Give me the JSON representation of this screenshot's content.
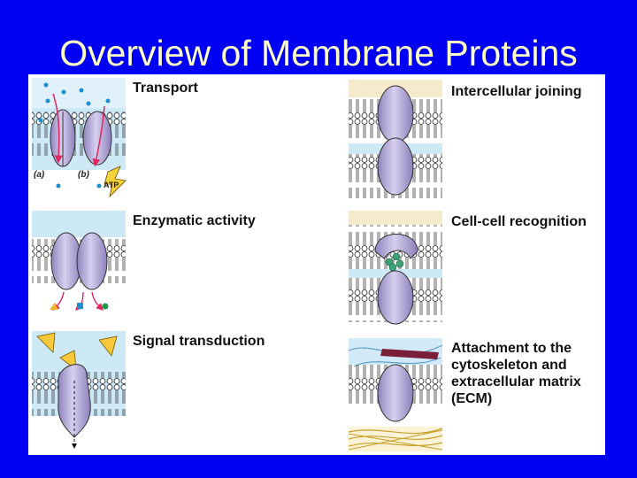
{
  "slide": {
    "title": "Overview of Membrane Proteins"
  },
  "panels": [
    {
      "id": "transport",
      "label": "Transport",
      "sublabels": [
        "(a)",
        "(b)"
      ],
      "badge": "ATP"
    },
    {
      "id": "enzymatic",
      "label": "Enzymatic activity"
    },
    {
      "id": "signal",
      "label": "Signal transduction"
    },
    {
      "id": "joining",
      "label": "Intercellular joining"
    },
    {
      "id": "recognition",
      "label": "Cell-cell recognition"
    },
    {
      "id": "attachment",
      "label": "Attachment to the cytoskeleton and extracellular matrix (ECM)"
    }
  ],
  "colors": {
    "background": "#0000f2",
    "title": "#ffffc8",
    "protein": "#b2a8d6",
    "cytoplasm": "#cde9f6",
    "arrow": "#e0245e"
  }
}
